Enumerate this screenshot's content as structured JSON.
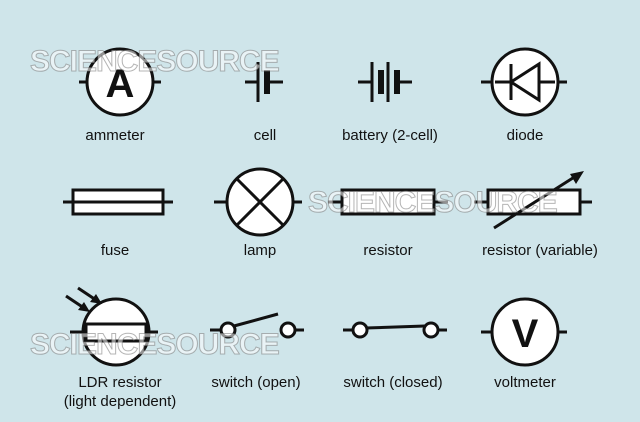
{
  "symbols": {
    "ammeter": {
      "label": "ammeter",
      "letter": "A"
    },
    "cell": {
      "label": "cell"
    },
    "battery": {
      "label": "battery (2-cell)"
    },
    "diode": {
      "label": "diode"
    },
    "fuse": {
      "label": "fuse"
    },
    "lamp": {
      "label": "lamp"
    },
    "resistor": {
      "label": "resistor"
    },
    "resistor_variable": {
      "label": "resistor (variable)"
    },
    "ldr": {
      "label_line1": "LDR resistor",
      "label_line2": "(light dependent)"
    },
    "switch_open": {
      "label": "switch (open)"
    },
    "switch_closed": {
      "label": "switch (closed)"
    },
    "voltmeter": {
      "label": "voltmeter",
      "letter": "V"
    }
  },
  "watermark": {
    "text": "SCIENCESOURCE"
  },
  "colors": {
    "background": "#cfe5ea",
    "ink": "#111111"
  }
}
